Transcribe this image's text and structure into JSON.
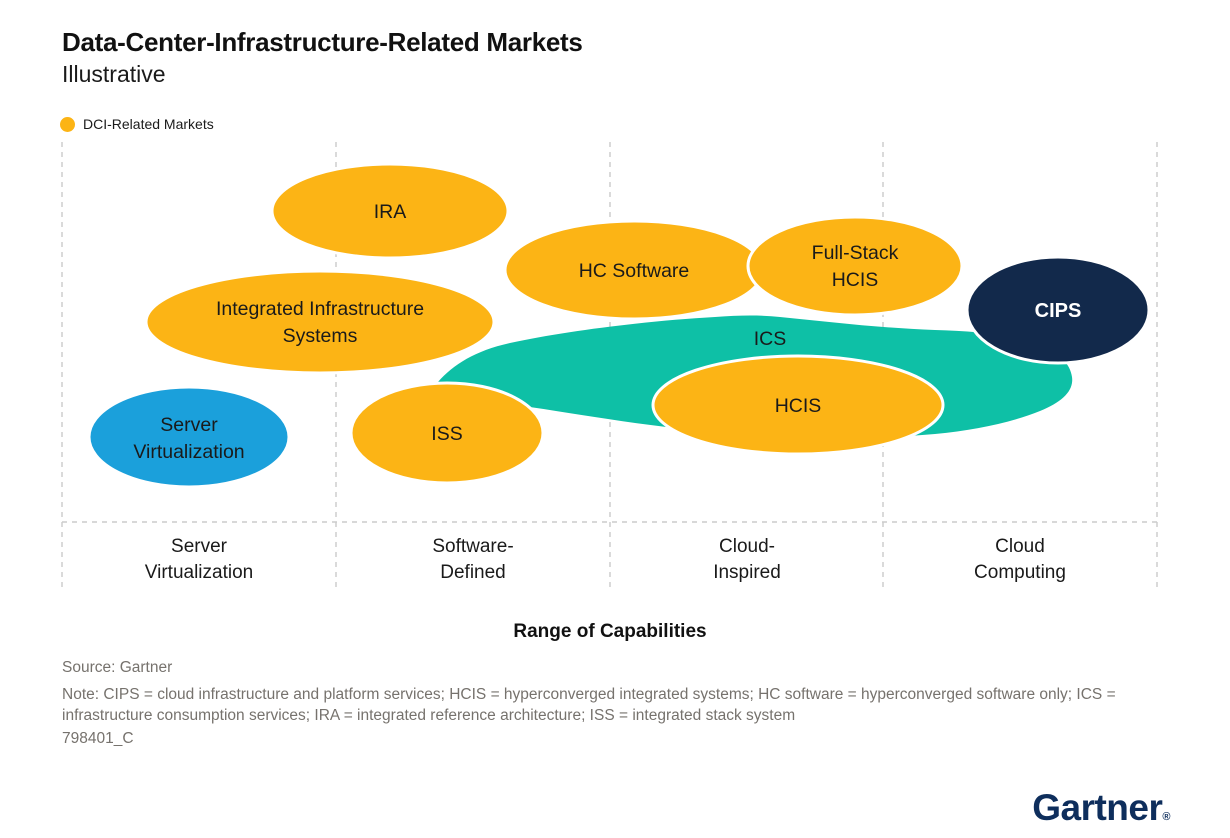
{
  "header": {
    "title": "Data-Center-Infrastructure-Related Markets",
    "subtitle": "Illustrative"
  },
  "legend": {
    "label": "DCI-Related Markets",
    "swatch_color": "#FCB415"
  },
  "colors": {
    "market_yellow": "#FCB415",
    "ics_teal": "#0EC0A6",
    "server_virtualization_blue": "#1BA0DB",
    "cips_navy": "#12294B",
    "gridline_gray": "#CBCBCB",
    "footnote_gray": "#76726D",
    "logo_navy": "#0E2E5C"
  },
  "diagram": {
    "bubbles": [
      {
        "id": "ira",
        "label": "IRA",
        "color": "#FCB415"
      },
      {
        "id": "integrated-infrastructure-systems",
        "line1": "Integrated Infrastructure",
        "line2": "Systems",
        "color": "#FCB415"
      },
      {
        "id": "hc-software",
        "label": "HC Software",
        "color": "#FCB415"
      },
      {
        "id": "full-stack-hcis",
        "line1": "Full-Stack",
        "line2": "HCIS",
        "color": "#FCB415"
      },
      {
        "id": "ics",
        "label": "ICS",
        "color": "#0EC0A6"
      },
      {
        "id": "hcis",
        "label": "HCIS",
        "color": "#FCB415"
      },
      {
        "id": "iss",
        "label": "ISS",
        "color": "#FCB415"
      },
      {
        "id": "server-virtualization",
        "line1": "Server",
        "line2": "Virtualization",
        "color": "#1BA0DB"
      },
      {
        "id": "cips",
        "label": "CIPS",
        "color": "#12294B"
      }
    ],
    "x_axis": {
      "title": "Range of Capabilities",
      "categories": [
        {
          "line1": "Server",
          "line2": "Virtualization"
        },
        {
          "line1": "Software-",
          "line2": "Defined"
        },
        {
          "line1": "Cloud-",
          "line2": "Inspired"
        },
        {
          "line1": "Cloud",
          "line2": "Computing"
        }
      ]
    }
  },
  "footer": {
    "source": "Source: Gartner",
    "note": "Note: CIPS = cloud infrastructure and platform services; HCIS = hyperconverged integrated systems; HC software = hyperconverged software only; ICS = infrastructure consumption services; IRA = integrated reference architecture; ISS = integrated stack system",
    "doc_id": "798401_C",
    "logo_text": "Gartner",
    "logo_reg_mark": "®"
  }
}
